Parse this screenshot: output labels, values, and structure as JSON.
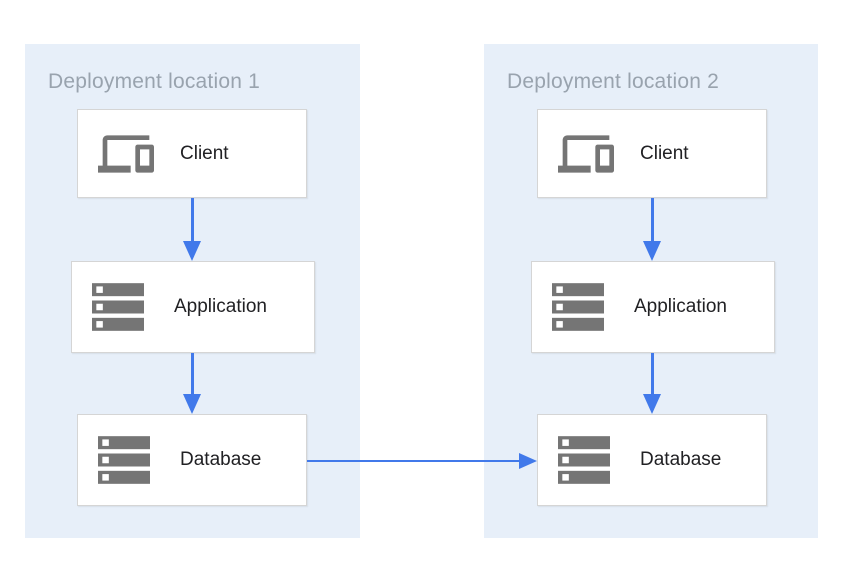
{
  "diagram": {
    "panels": [
      {
        "title": "Deployment location 1",
        "nodes": [
          {
            "id": "location1-client",
            "label": "Client",
            "icon": "devices-icon"
          },
          {
            "id": "location1-application",
            "label": "Application",
            "icon": "server-stack-icon"
          },
          {
            "id": "location1-database",
            "label": "Database",
            "icon": "server-stack-icon"
          }
        ]
      },
      {
        "title": "Deployment location 2",
        "nodes": [
          {
            "id": "location2-client",
            "label": "Client",
            "icon": "devices-icon"
          },
          {
            "id": "location2-application",
            "label": "Application",
            "icon": "server-stack-icon"
          },
          {
            "id": "location2-database",
            "label": "Database",
            "icon": "server-stack-icon"
          }
        ]
      }
    ],
    "edges": [
      {
        "from": "location1-client",
        "to": "location1-application",
        "direction": "down"
      },
      {
        "from": "location1-application",
        "to": "location1-database",
        "direction": "down"
      },
      {
        "from": "location2-client",
        "to": "location2-application",
        "direction": "down"
      },
      {
        "from": "location2-application",
        "to": "location2-database",
        "direction": "down"
      },
      {
        "from": "location1-database",
        "to": "location2-database",
        "direction": "right"
      }
    ],
    "colors": {
      "panel_background": "#e7eff9",
      "node_background": "#ffffff",
      "node_border": "#d5d5d5",
      "arrow": "#4179ea",
      "icon": "#757575",
      "panel_title_text": "#99a3ae",
      "node_label_text": "#212124"
    }
  }
}
